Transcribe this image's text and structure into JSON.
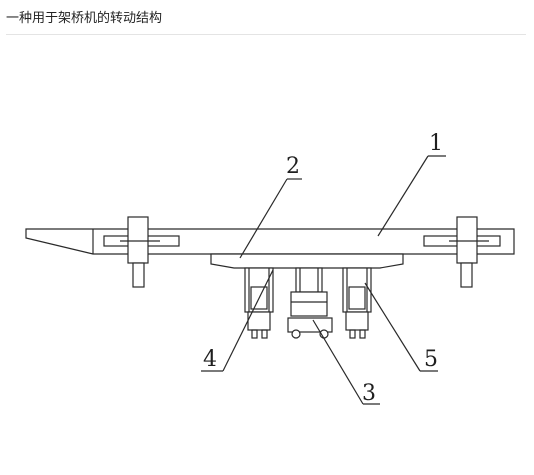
{
  "page": {
    "title": "一种用于架桥机的转动结构"
  },
  "figure": {
    "callouts": [
      {
        "id": "1",
        "label": "1"
      },
      {
        "id": "2",
        "label": "2"
      },
      {
        "id": "3",
        "label": "3"
      },
      {
        "id": "4",
        "label": "4"
      },
      {
        "id": "5",
        "label": "5"
      }
    ]
  },
  "colors": {
    "line": "#2a2a2a",
    "text": "#222222",
    "divider": "#e4e4e4",
    "background": "#ffffff"
  }
}
